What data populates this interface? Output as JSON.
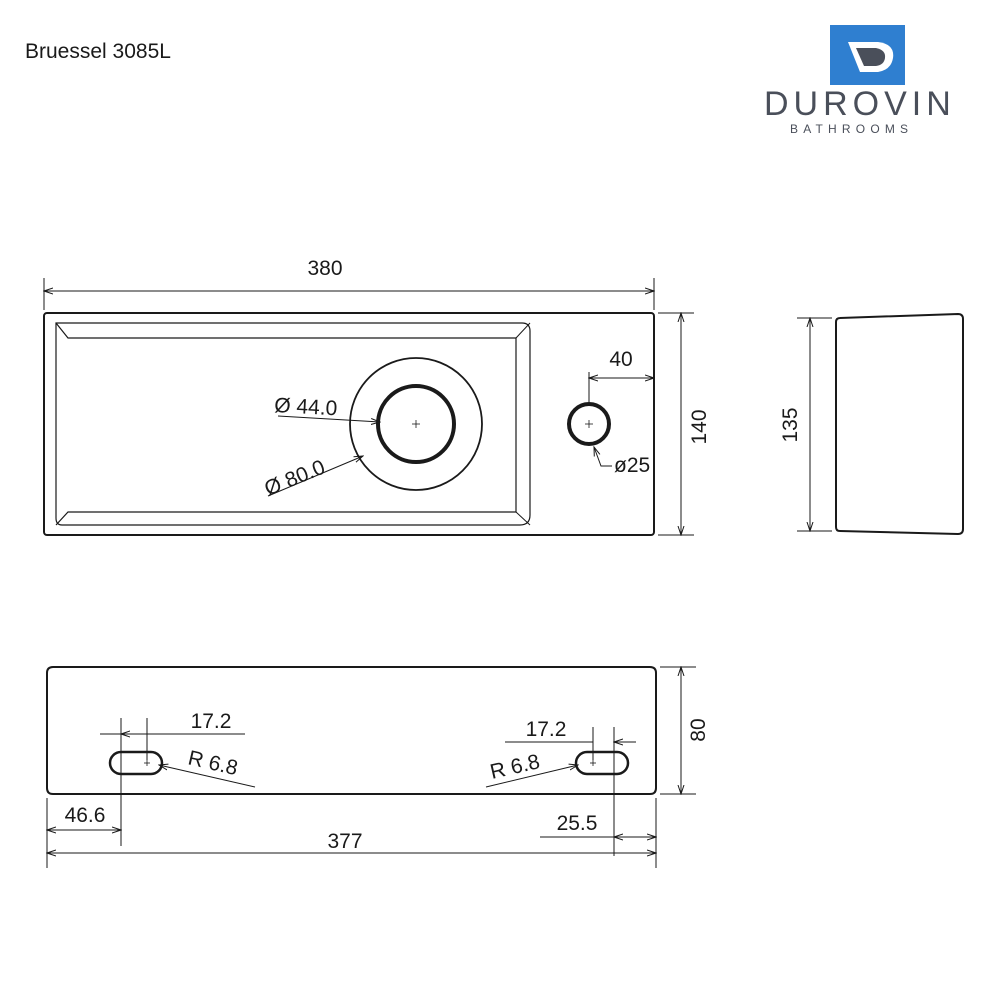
{
  "title": "Bruessel 3085L",
  "brand": {
    "name": "DUROVIN",
    "subtitle": "BATHROOMS",
    "colors": {
      "accent": "#2f7fd0",
      "dark": "#4a4f5a"
    }
  },
  "top_view": {
    "width": "380",
    "depth": "140",
    "drain_outer": "Ø 80.0",
    "drain_inner": "Ø 44.0",
    "tap_hole": "ø25",
    "tap_offset": "40"
  },
  "side_view": {
    "height": "135"
  },
  "back_view": {
    "height": "80",
    "slot_left_width": "17.2",
    "slot_right_width": "17.2",
    "slot_left_radius": "R 6.8",
    "slot_right_radius": "R 6.8",
    "left_offset": "46.6",
    "right_offset": "25.5",
    "slot_distance": "377"
  }
}
